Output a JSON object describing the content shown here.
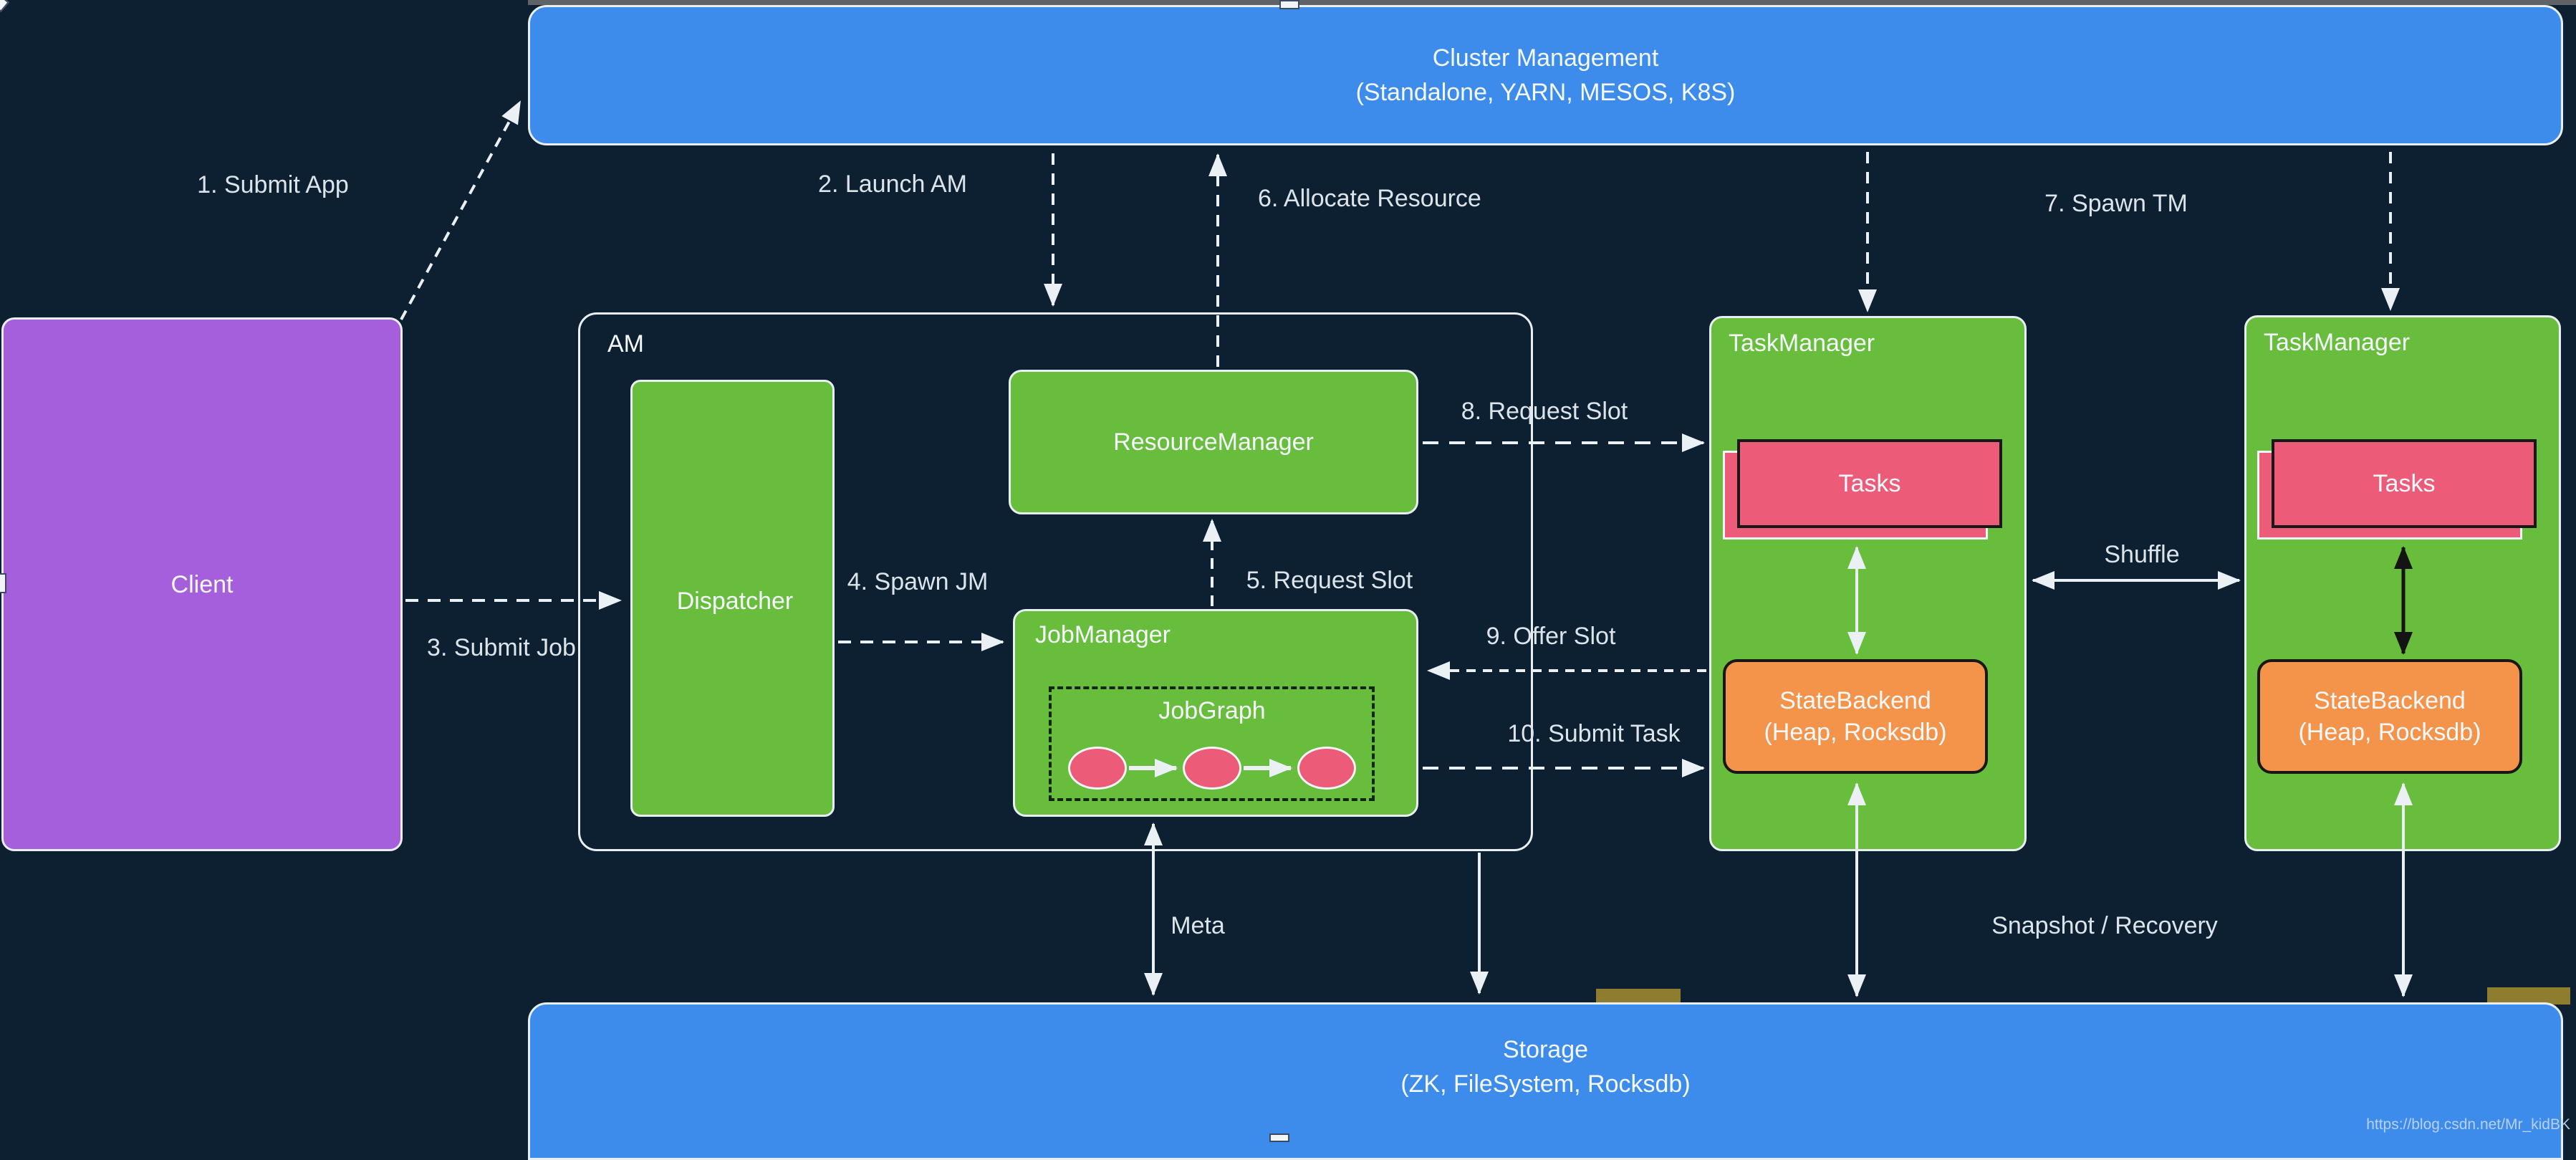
{
  "nodes": {
    "cluster_management": {
      "title": "Cluster Management",
      "subtitle": "(Standalone, YARN, MESOS, K8S)"
    },
    "client": {
      "label": "Client"
    },
    "am": {
      "label": "AM"
    },
    "dispatcher": {
      "label": "Dispatcher"
    },
    "resource_manager": {
      "label": "ResourceManager"
    },
    "job_manager": {
      "label": "JobManager"
    },
    "job_graph": {
      "label": "JobGraph"
    },
    "storage": {
      "title": "Storage",
      "subtitle": "(ZK, FileSystem, Rocksdb)"
    }
  },
  "task_managers": [
    {
      "label": "TaskManager",
      "tasks_label": "Tasks",
      "state_backend_line1": "StateBackend",
      "state_backend_line2": "(Heap, Rocksdb)"
    },
    {
      "label": "TaskManager",
      "tasks_label": "Tasks",
      "state_backend_line1": "StateBackend",
      "state_backend_line2": "(Heap, Rocksdb)"
    }
  ],
  "edges": {
    "submit_app": "1. Submit App",
    "launch_am": "2. Launch AM",
    "submit_job": "3. Submit Job",
    "spawn_jm": "4. Spawn JM",
    "request_slot_5": "5. Request Slot",
    "allocate_resource": "6. Allocate Resource",
    "spawn_tm": "7. Spawn TM",
    "request_slot_8": "8. Request Slot",
    "offer_slot": "9. Offer Slot",
    "submit_task": "10. Submit Task",
    "shuffle": "Shuffle",
    "meta": "Meta",
    "snapshot_recovery": "Snapshot / Recovery"
  },
  "watermark": "https://blog.csdn.net/Mr_kidBK",
  "colors": {
    "background": "#0D2032",
    "blue": "#3D8CEC",
    "green": "#68BD3D",
    "purple": "#A55FDC",
    "pink": "#EC5C78",
    "orange": "#F4944B",
    "olive": "#8E7C2F",
    "border_light": "#E9EEF2",
    "label": "#DCE4EA"
  }
}
